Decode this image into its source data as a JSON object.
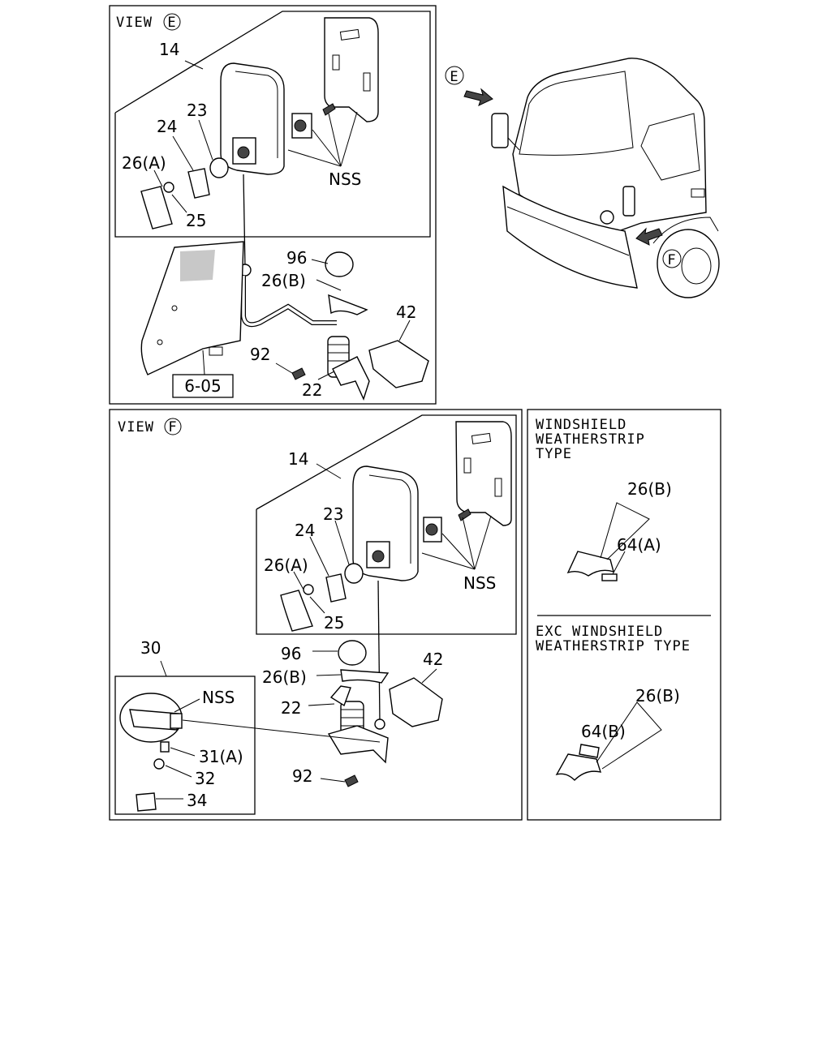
{
  "panel_e": {
    "view_text": "VIEW",
    "view_letter": "E",
    "labels": {
      "l14": "14",
      "l23": "23",
      "l24": "24",
      "l26a": "26(A)",
      "l25": "25",
      "nss": "NSS",
      "l96": "96",
      "l26b": "26(B)",
      "l42": "42",
      "l92": "92",
      "l22": "22",
      "ref": "6-05"
    }
  },
  "truck": {
    "letter_e": "E",
    "letter_f": "F"
  },
  "panel_f": {
    "view_text": "VIEW",
    "view_letter": "F",
    "labels": {
      "l14": "14",
      "l23": "23",
      "l24": "24",
      "l26a": "26(A)",
      "l25": "25",
      "nss": "NSS",
      "l30": "30",
      "l96": "96",
      "l42": "42",
      "l26b": "26(B)",
      "l22": "22",
      "nss2": "NSS",
      "l31a": "31(A)",
      "l32": "32",
      "l92": "92",
      "l34": "34"
    }
  },
  "panel_ws": {
    "title_line1": "WINDSHIELD",
    "title_line2": "WEATHERSTRIP",
    "title_line3": "TYPE",
    "l26b_top": "26(B)",
    "l64a": "64(A)",
    "exc_line1": "EXC WINDSHIELD",
    "exc_line2": "WEATHERSTRIP TYPE",
    "l26b_bot": "26(B)",
    "l64b": "64(B)"
  }
}
